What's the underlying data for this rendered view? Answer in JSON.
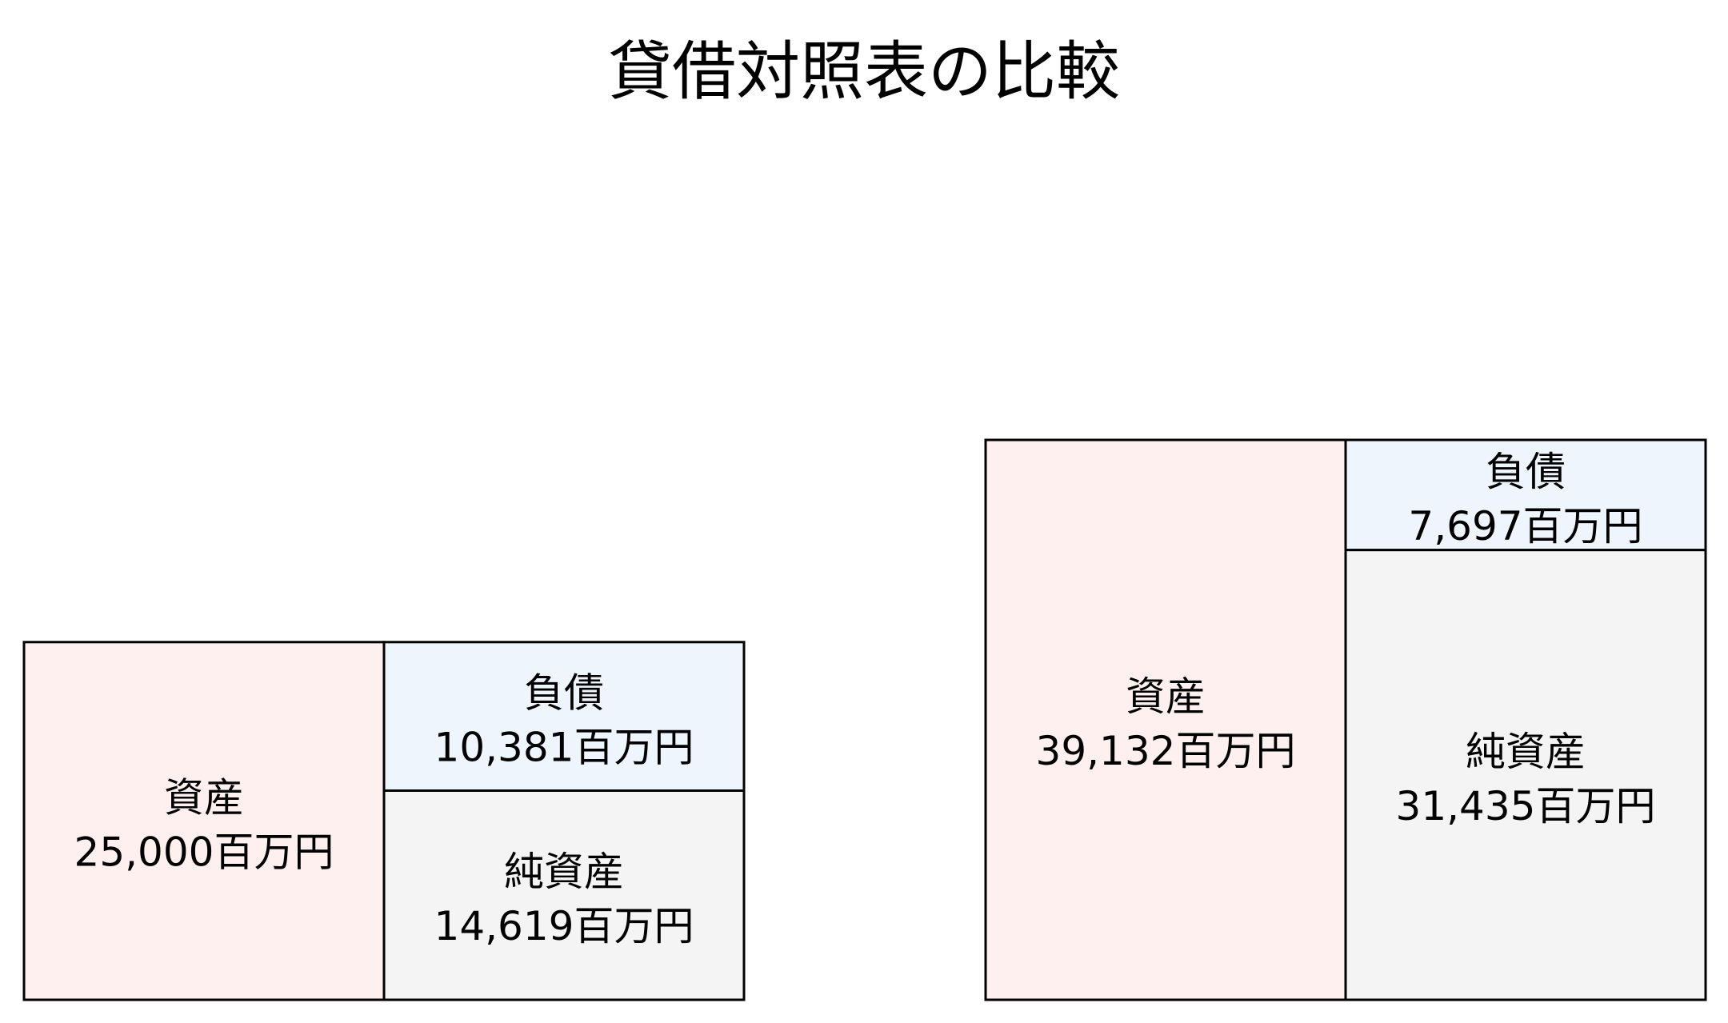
{
  "title": "貸借対照表の比較",
  "unit": "百万円",
  "colors": {
    "assets": "#fdf0ef",
    "liabilities": "#eef5fd",
    "equity": "#f4f4f4",
    "border": "#000000"
  },
  "chart_data": {
    "type": "bar",
    "title": "貸借対照表の比較",
    "unit": "百万円",
    "charts": [
      {
        "assets": {
          "label": "資産",
          "value": 25000,
          "text": "25,000"
        },
        "liabilities": {
          "label": "負債",
          "value": 10381,
          "text": "10,381"
        },
        "equity": {
          "label": "純資産",
          "value": 14619,
          "text": "14,619"
        }
      },
      {
        "assets": {
          "label": "資産",
          "value": 39132,
          "text": "39,132"
        },
        "liabilities": {
          "label": "負債",
          "value": 7697,
          "text": "7,697"
        },
        "equity": {
          "label": "純資産",
          "value": 31435,
          "text": "31,435"
        }
      }
    ]
  }
}
